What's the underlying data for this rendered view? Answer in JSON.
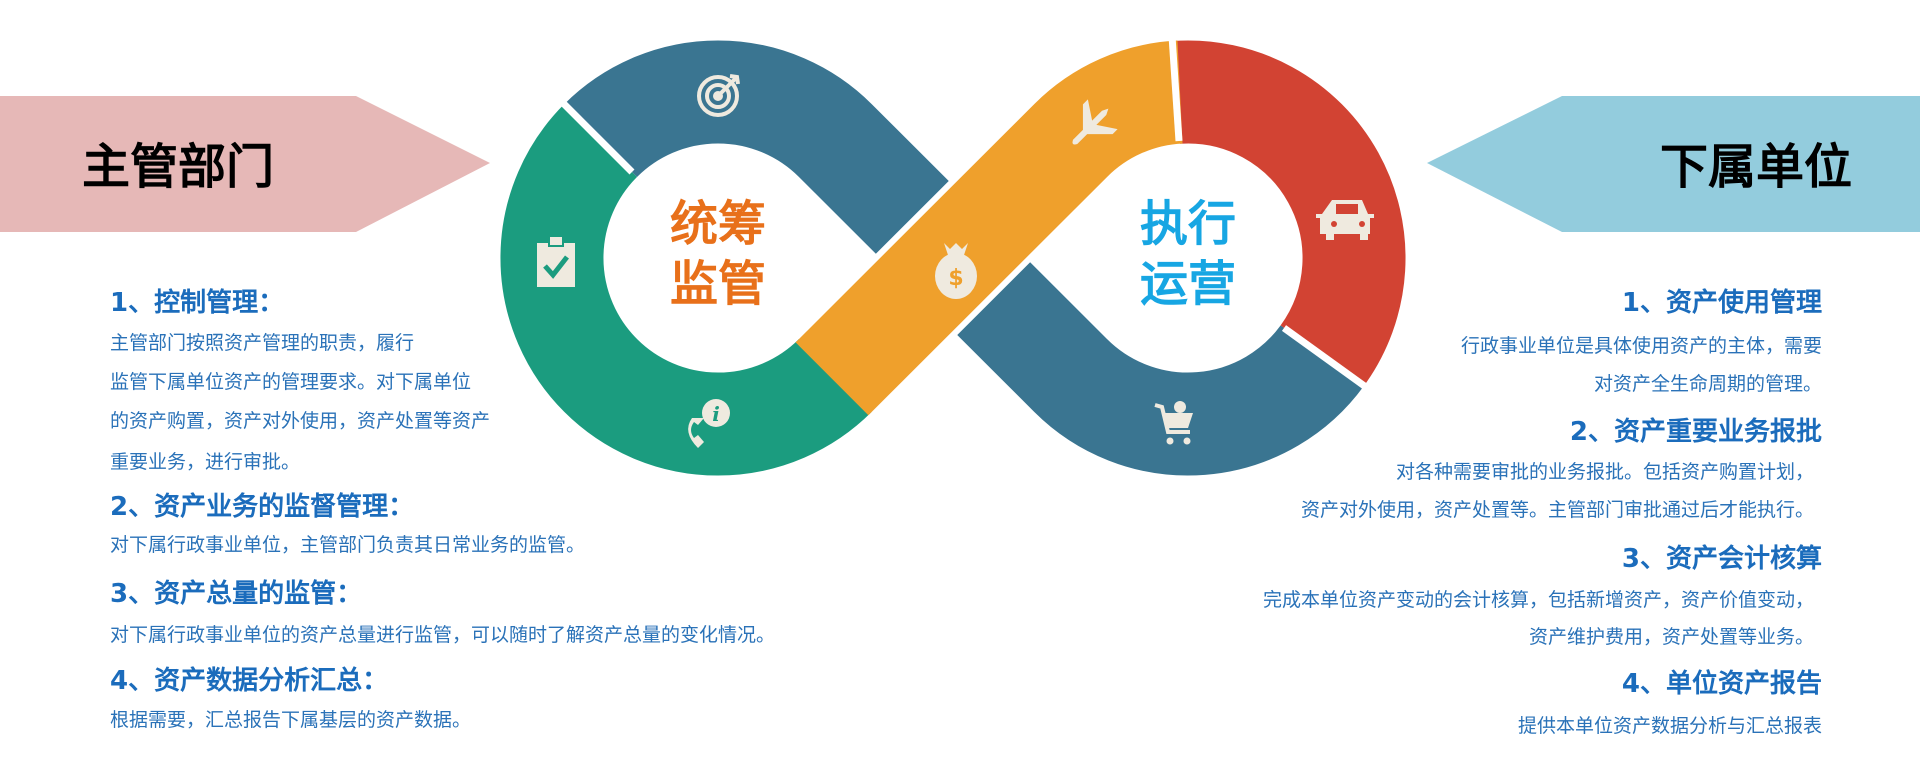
{
  "banners": {
    "left_title": "主管部门",
    "right_title": "下属单位",
    "left_color": "#e6b8b7",
    "right_color": "#93ccdd"
  },
  "diagram": {
    "left_label_line1": "统筹",
    "left_label_line2": "监管",
    "right_label_line1": "执行",
    "right_label_line2": "运营",
    "colors": {
      "teal": "#1b9c7f",
      "blue": "#3a7591",
      "orange": "#efa02c",
      "red": "#d24333",
      "left_label": "#e8701a",
      "right_label": "#17a6e3"
    },
    "icons": [
      "target-icon",
      "clipboard-check-icon",
      "phone-info-icon",
      "money-bag-icon",
      "airplane-icon",
      "car-icon",
      "shopping-cart-icon"
    ]
  },
  "left_section": {
    "items": [
      {
        "title": "1、控制管理：",
        "lines": [
          "主管部门按照资产管理的职责，履行",
          "监管下属单位资产的管理要求。对下属单位",
          "的资产购置，资产对外使用，资产处置等资产",
          "重要业务，进行审批。"
        ]
      },
      {
        "title": "2、资产业务的监督管理：",
        "lines": [
          "对下属行政事业单位，主管部门负责其日常业务的监管。"
        ]
      },
      {
        "title": "3、资产总量的监管：",
        "lines": [
          "对下属行政事业单位的资产总量进行监管，可以随时了解资产总量的变化情况。"
        ]
      },
      {
        "title": "4、资产数据分析汇总：",
        "lines": [
          "根据需要，汇总报告下属基层的资产数据。"
        ]
      }
    ]
  },
  "right_section": {
    "items": [
      {
        "title": "1、资产使用管理",
        "lines": [
          "行政事业单位是具体使用资产的主体，需要",
          "对资产全生命周期的管理。"
        ]
      },
      {
        "title": "2、资产重要业务报批",
        "lines": [
          "对各种需要审批的业务报批。包括资产购置计划，",
          "资产对外使用，资产处置等。主管部门审批通过后才能执行。"
        ]
      },
      {
        "title": "3、资产会计核算",
        "lines": [
          "完成本单位资产变动的会计核算，包括新增资产，资产价值变动，",
          "资产维护费用，资产处置等业务。"
        ]
      },
      {
        "title": "4、单位资产报告",
        "lines": [
          "提供本单位资产数据分析与汇总报表"
        ]
      }
    ]
  }
}
